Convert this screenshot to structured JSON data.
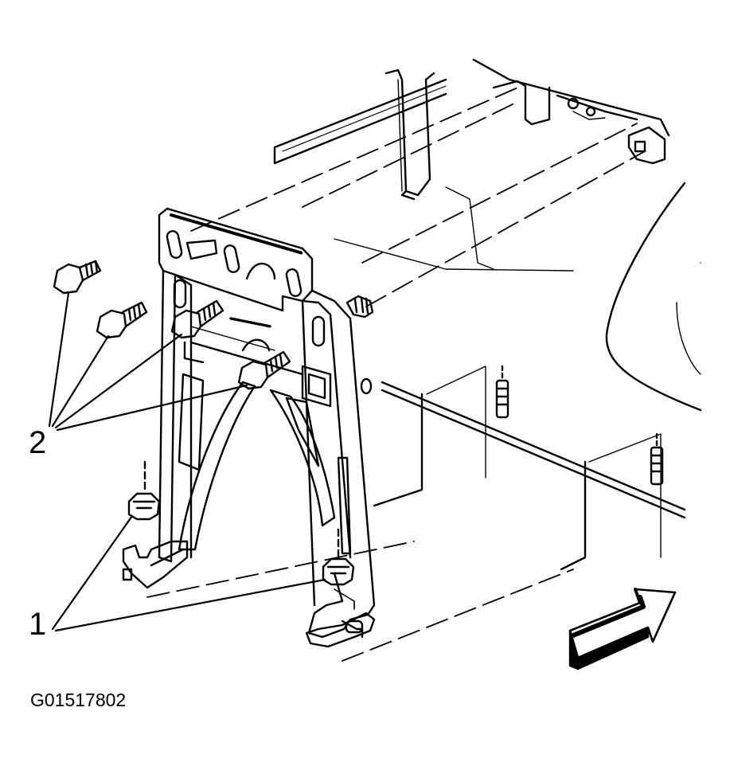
{
  "diagram": {
    "callouts": [
      {
        "id": "1"
      },
      {
        "id": "2"
      }
    ],
    "figure_id": "G01517802"
  }
}
